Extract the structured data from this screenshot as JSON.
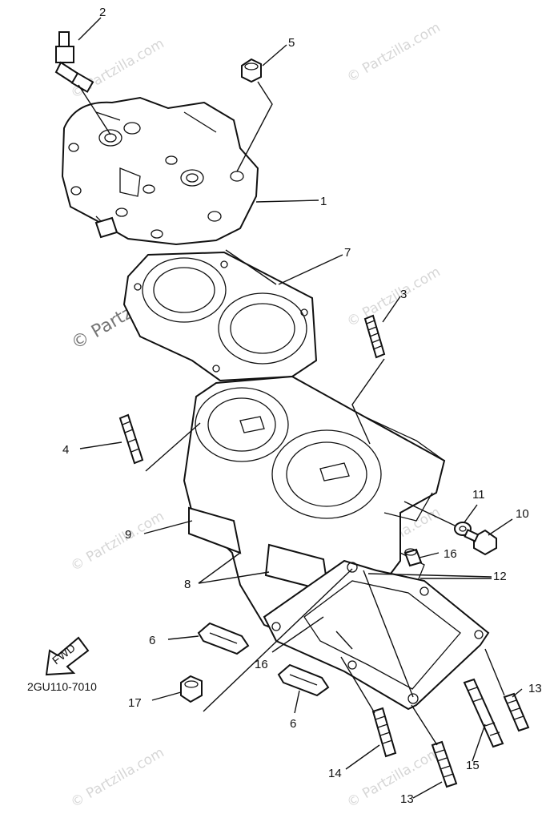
{
  "watermark": {
    "main": "© Partzilla.com",
    "small": "© Partzilla.com"
  },
  "diagram_code": "2GU110-7010",
  "fwd_label": "FWD",
  "callouts": [
    {
      "id": "c2",
      "text": "2"
    },
    {
      "id": "c5",
      "text": "5"
    },
    {
      "id": "c1",
      "text": "1"
    },
    {
      "id": "c7",
      "text": "7"
    },
    {
      "id": "c3",
      "text": "3"
    },
    {
      "id": "c4",
      "text": "4"
    },
    {
      "id": "c11",
      "text": "11"
    },
    {
      "id": "c10",
      "text": "10"
    },
    {
      "id": "c9",
      "text": "9"
    },
    {
      "id": "c16a",
      "text": "16"
    },
    {
      "id": "c12",
      "text": "12"
    },
    {
      "id": "c8",
      "text": "8"
    },
    {
      "id": "c6a",
      "text": "6"
    },
    {
      "id": "c16b",
      "text": "16"
    },
    {
      "id": "c13a",
      "text": "13"
    },
    {
      "id": "c17",
      "text": "17"
    },
    {
      "id": "c6b",
      "text": "6"
    },
    {
      "id": "c14",
      "text": "14"
    },
    {
      "id": "c15",
      "text": "15"
    },
    {
      "id": "c13b",
      "text": "13"
    }
  ]
}
